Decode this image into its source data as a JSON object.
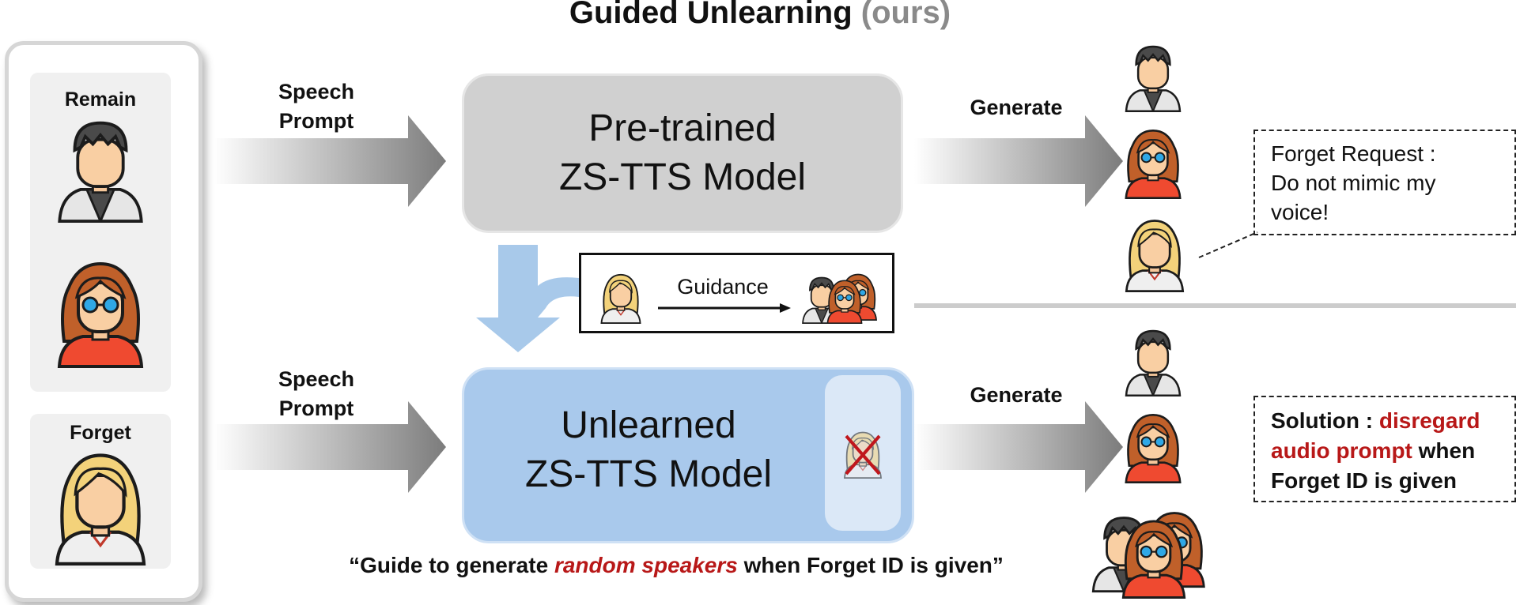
{
  "title": {
    "main": "Guided Unlearning",
    "suffix": "(ours)"
  },
  "left_panel": {
    "remain_label": "Remain",
    "forget_label": "Forget"
  },
  "top_flow": {
    "input_label_line1": "Speech",
    "input_label_line2": "Prompt",
    "model_line1": "Pre-trained",
    "model_line2": "ZS-TTS Model",
    "output_label": "Generate"
  },
  "guidance": {
    "label": "Guidance"
  },
  "bottom_flow": {
    "input_label_line1": "Speech",
    "input_label_line2": "Prompt",
    "model_line1": "Unlearned",
    "model_line2": "ZS-TTS Model",
    "output_label": "Generate"
  },
  "forget_request": {
    "line1": "Forget Request :",
    "line2": "Do not mimic my",
    "line3": "voice!"
  },
  "solution": {
    "prefix": "Solution",
    "colon": " : ",
    "highlight1": "disregard",
    "highlight2": "audio prompt",
    "tail2": " when",
    "line3": "Forget ID is given"
  },
  "caption": {
    "open_quote": "“Guide to generate ",
    "highlight": "random speakers",
    "tail": " when Forget ID is given”"
  },
  "colors": {
    "accent_red": "#b81818",
    "pretrained_box": "#d0d0d0",
    "unlearned_box": "#a9c9ec",
    "guidance_arrow": "#a8c9ea",
    "flow_arrow": "#8c8c8c"
  },
  "icons": [
    "man-avatar-icon",
    "woman-glasses-avatar-icon",
    "blonde-woman-avatar-icon",
    "group-avatar-icon",
    "crossed-out-avatar-icon"
  ]
}
